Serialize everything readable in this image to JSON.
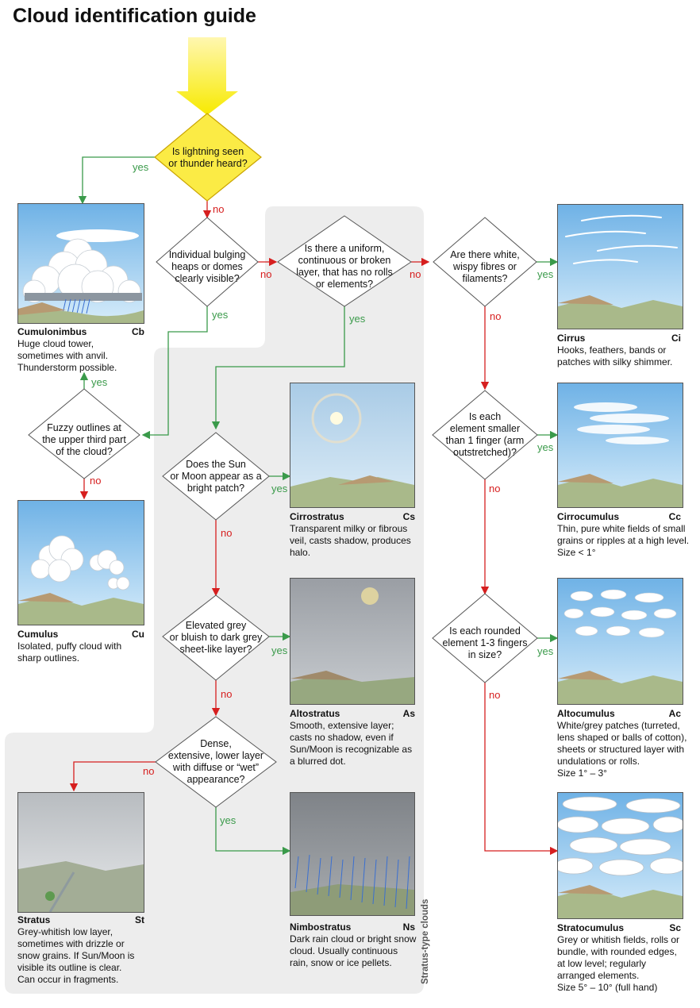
{
  "title": "Cloud identification guide",
  "questions": {
    "q1": [
      "Is lightning seen",
      "or thunder heard?"
    ],
    "q2": [
      "Individual bulging",
      "heaps or domes",
      "clearly visible?"
    ],
    "q3": [
      "Is there a uniform,",
      "continuous or broken",
      "layer, that has no rolls",
      "or elements?"
    ],
    "q4": [
      "Are there white,",
      "wispy fibres or",
      "filaments?"
    ],
    "q5": [
      "Fuzzy outlines at",
      "the upper third part",
      "of the cloud?"
    ],
    "q6": [
      "Does the Sun",
      "or Moon appear as a",
      "bright patch?"
    ],
    "q7": [
      "Is each",
      "element smaller",
      "than 1 finger (arm",
      "outstretched)?"
    ],
    "q8": [
      "Elevated grey",
      "or bluish to dark grey",
      "sheet-like layer?"
    ],
    "q9": [
      "Is each rounded",
      "element 1-3 fingers",
      "in size?"
    ],
    "q10": [
      "Dense,",
      "extensive, lower layer",
      "with diffuse or “wet”",
      "appearance?"
    ]
  },
  "answers": {
    "yes": "yes",
    "no": "no"
  },
  "side_label": "Stratus-type clouds",
  "colors": {
    "yes": "#3a9a4a",
    "no": "#d61f1f",
    "start": "#f5e400",
    "group_bg": "#ededed"
  },
  "clouds": {
    "cb": {
      "name": "Cumulonimbus",
      "abbr": "Cb",
      "desc": [
        "Huge cloud tower,",
        "sometimes with anvil.",
        "Thunderstorm possible."
      ]
    },
    "cu": {
      "name": "Cumulus",
      "abbr": "Cu",
      "desc": [
        "Isolated, puffy cloud with",
        "sharp outlines."
      ]
    },
    "st": {
      "name": "Stratus",
      "abbr": "St",
      "desc": [
        "Grey-whitish low layer,",
        "sometimes with drizzle or",
        "snow grains. If Sun/Moon is",
        "visible its outline is clear.",
        "Can occur in fragments."
      ]
    },
    "cs": {
      "name": "Cirrostratus",
      "abbr": "Cs",
      "desc": [
        "Transparent milky or fibrous",
        "veil, casts shadow, produces",
        "halo."
      ]
    },
    "as": {
      "name": "Altostratus",
      "abbr": "As",
      "desc": [
        "Smooth, extensive layer;",
        "casts no shadow, even if",
        "Sun/Moon is recognizable as",
        "a blurred dot."
      ]
    },
    "ns": {
      "name": "Nimbostratus",
      "abbr": "Ns",
      "desc": [
        "Dark rain cloud or bright snow",
        "cloud. Usually continuous",
        "rain, snow or ice pellets."
      ]
    },
    "ci": {
      "name": "Cirrus",
      "abbr": "Ci",
      "desc": [
        "Hooks, feathers, bands or",
        "patches with silky shimmer."
      ]
    },
    "cc": {
      "name": "Cirrocumulus",
      "abbr": "Cc",
      "desc": [
        "Thin, pure white fields of small",
        "grains or ripples at a high level.",
        "Size < 1°"
      ]
    },
    "ac": {
      "name": "Altocumulus",
      "abbr": "Ac",
      "desc": [
        "White/grey patches (turreted,",
        "lens shaped or balls of cotton),",
        "sheets or structured layer with",
        "undulations or rolls.",
        "Size 1° – 3°"
      ]
    },
    "sc": {
      "name": "Stratocumulus",
      "abbr": "Sc",
      "desc": [
        "Grey or whitish fields, rolls or",
        "bundle, with rounded edges,",
        "at low level; regularly",
        "arranged elements.",
        "Size 5° – 10° (full hand)"
      ]
    }
  }
}
